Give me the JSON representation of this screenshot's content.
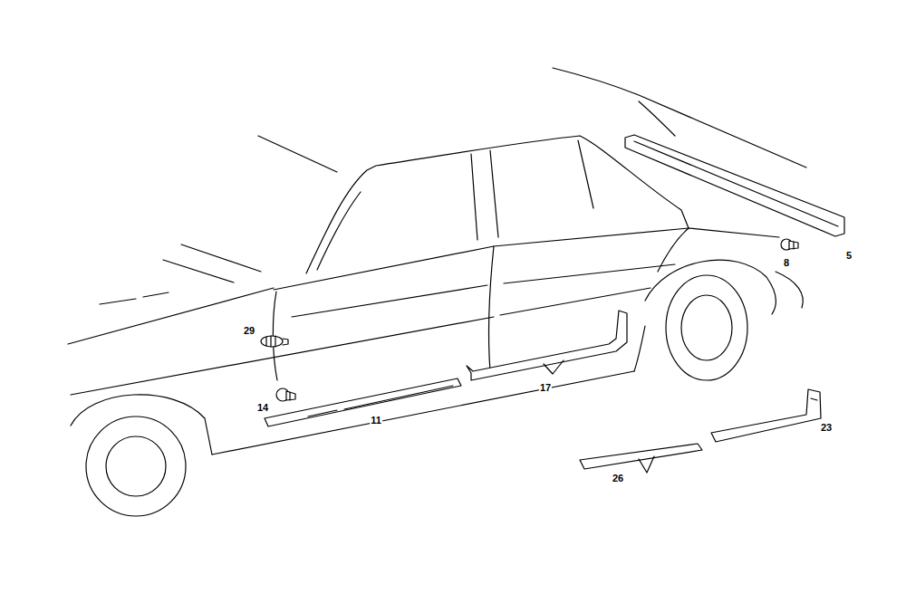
{
  "diagram": {
    "labels": [
      "5",
      "8",
      "29",
      "17",
      "14",
      "11",
      "23",
      "26"
    ]
  }
}
